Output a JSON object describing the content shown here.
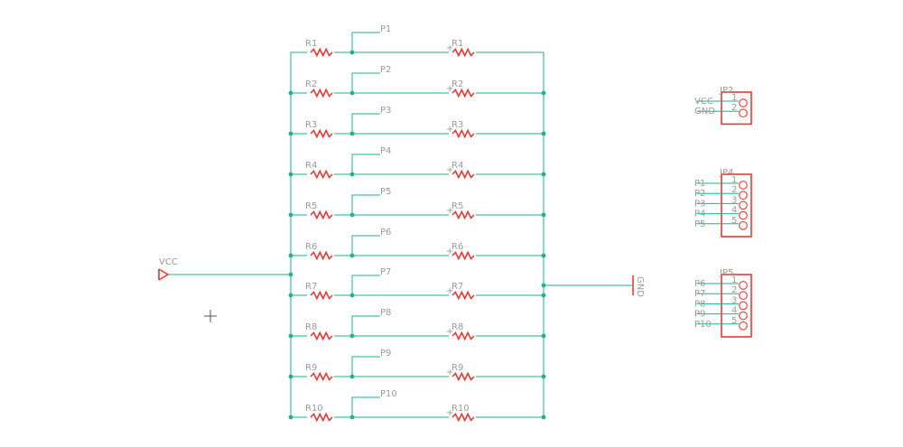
{
  "colors": {
    "wire": "#1fb38a",
    "part": "#e53935",
    "label": "#9a9a9a"
  },
  "vcc_label": "VCC",
  "gnd_label": "GND",
  "rows": [
    {
      "left": "R1",
      "probe": "P1",
      "right": "R1"
    },
    {
      "left": "R2",
      "probe": "P2",
      "right": "R2"
    },
    {
      "left": "R3",
      "probe": "P3",
      "right": "R3"
    },
    {
      "left": "R4",
      "probe": "P4",
      "right": "R4"
    },
    {
      "left": "R5",
      "probe": "P5",
      "right": "R5"
    },
    {
      "left": "R6",
      "probe": "P6",
      "right": "R6"
    },
    {
      "left": "R7",
      "probe": "P7",
      "right": "R7"
    },
    {
      "left": "R8",
      "probe": "P8",
      "right": "R8"
    },
    {
      "left": "R9",
      "probe": "P9",
      "right": "R9"
    },
    {
      "left": "R10",
      "probe": "P10",
      "right": "R10"
    }
  ],
  "headers": [
    {
      "name": "JP2",
      "pins": [
        {
          "num": "1",
          "net": "VCC"
        },
        {
          "num": "2",
          "net": "GND"
        }
      ]
    },
    {
      "name": "JP4",
      "pins": [
        {
          "num": "1",
          "net": "P1"
        },
        {
          "num": "2",
          "net": "P2"
        },
        {
          "num": "3",
          "net": "P3"
        },
        {
          "num": "4",
          "net": "P4"
        },
        {
          "num": "5",
          "net": "P5"
        }
      ]
    },
    {
      "name": "JP5",
      "pins": [
        {
          "num": "1",
          "net": "P6"
        },
        {
          "num": "2",
          "net": "P7"
        },
        {
          "num": "3",
          "net": "P8"
        },
        {
          "num": "4",
          "net": "P9"
        },
        {
          "num": "5",
          "net": "P10"
        }
      ]
    }
  ]
}
